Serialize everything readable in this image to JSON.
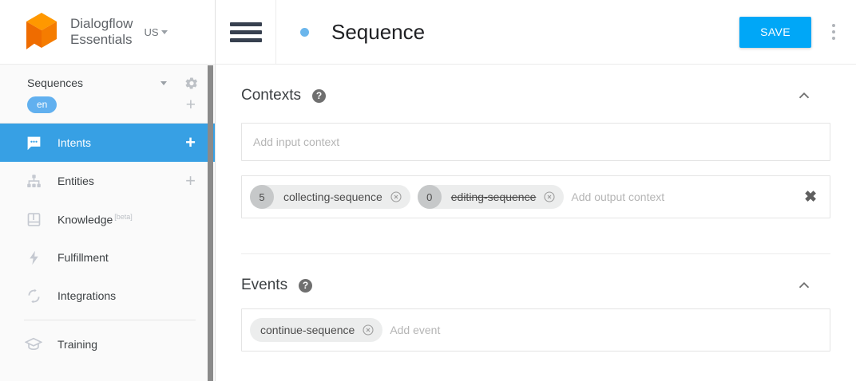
{
  "sidebar": {
    "brand": {
      "name": "Dialogflow\nEssentials",
      "logo_icon": "dialogflow-cube-logo"
    },
    "region": {
      "label": "US",
      "icon": "caret-down-icon"
    },
    "agent": {
      "name": "Sequences",
      "dropdown_icon": "caret-down-icon",
      "settings_icon": "gear-icon"
    },
    "language": {
      "chip": "en",
      "add_icon": "plus-icon"
    },
    "items": [
      {
        "label": "Intents",
        "icon": "speech-bubble-icon",
        "active": true,
        "add": "+"
      },
      {
        "label": "Entities",
        "icon": "hierarchy-icon",
        "active": false,
        "add": "+"
      },
      {
        "label": "Knowledge",
        "icon": "book-icon",
        "active": false,
        "badge": "[beta]"
      },
      {
        "label": "Fulfillment",
        "icon": "lightning-bolt-icon",
        "active": false
      },
      {
        "label": "Integrations",
        "icon": "refresh-arrows-icon",
        "active": false
      },
      {
        "label": "Training",
        "icon": "graduation-cap-icon",
        "active": false
      }
    ]
  },
  "header": {
    "menu_icon": "hamburger-icon",
    "status_dot": "blue-dot",
    "title": "Sequence",
    "save_label": "SAVE",
    "more_icon": "kebab-menu-icon"
  },
  "main": {
    "contexts": {
      "title": "Contexts",
      "help_icon": "help-circle-icon",
      "collapse_icon": "chevron-up-icon",
      "input_placeholder": "Add input context",
      "output_placeholder": "Add output context",
      "clear_icon": "close-icon",
      "output_chips": [
        {
          "count": "5",
          "name": "collecting-sequence",
          "struck": false,
          "remove_icon": "remove-circle-icon"
        },
        {
          "count": "0",
          "name": "editing-sequence",
          "struck": true,
          "remove_icon": "remove-circle-icon"
        }
      ]
    },
    "events": {
      "title": "Events",
      "help_icon": "help-circle-icon",
      "collapse_icon": "chevron-up-icon",
      "placeholder": "Add event",
      "chips": [
        {
          "name": "continue-sequence",
          "remove_icon": "remove-circle-icon"
        }
      ]
    }
  },
  "colors": {
    "accent_blue": "#37a0e4",
    "save_blue": "#00a7f7",
    "logo_orange": "#f57c00",
    "logo_orange_light": "#ff9800",
    "chip_gray": "#eceded"
  }
}
